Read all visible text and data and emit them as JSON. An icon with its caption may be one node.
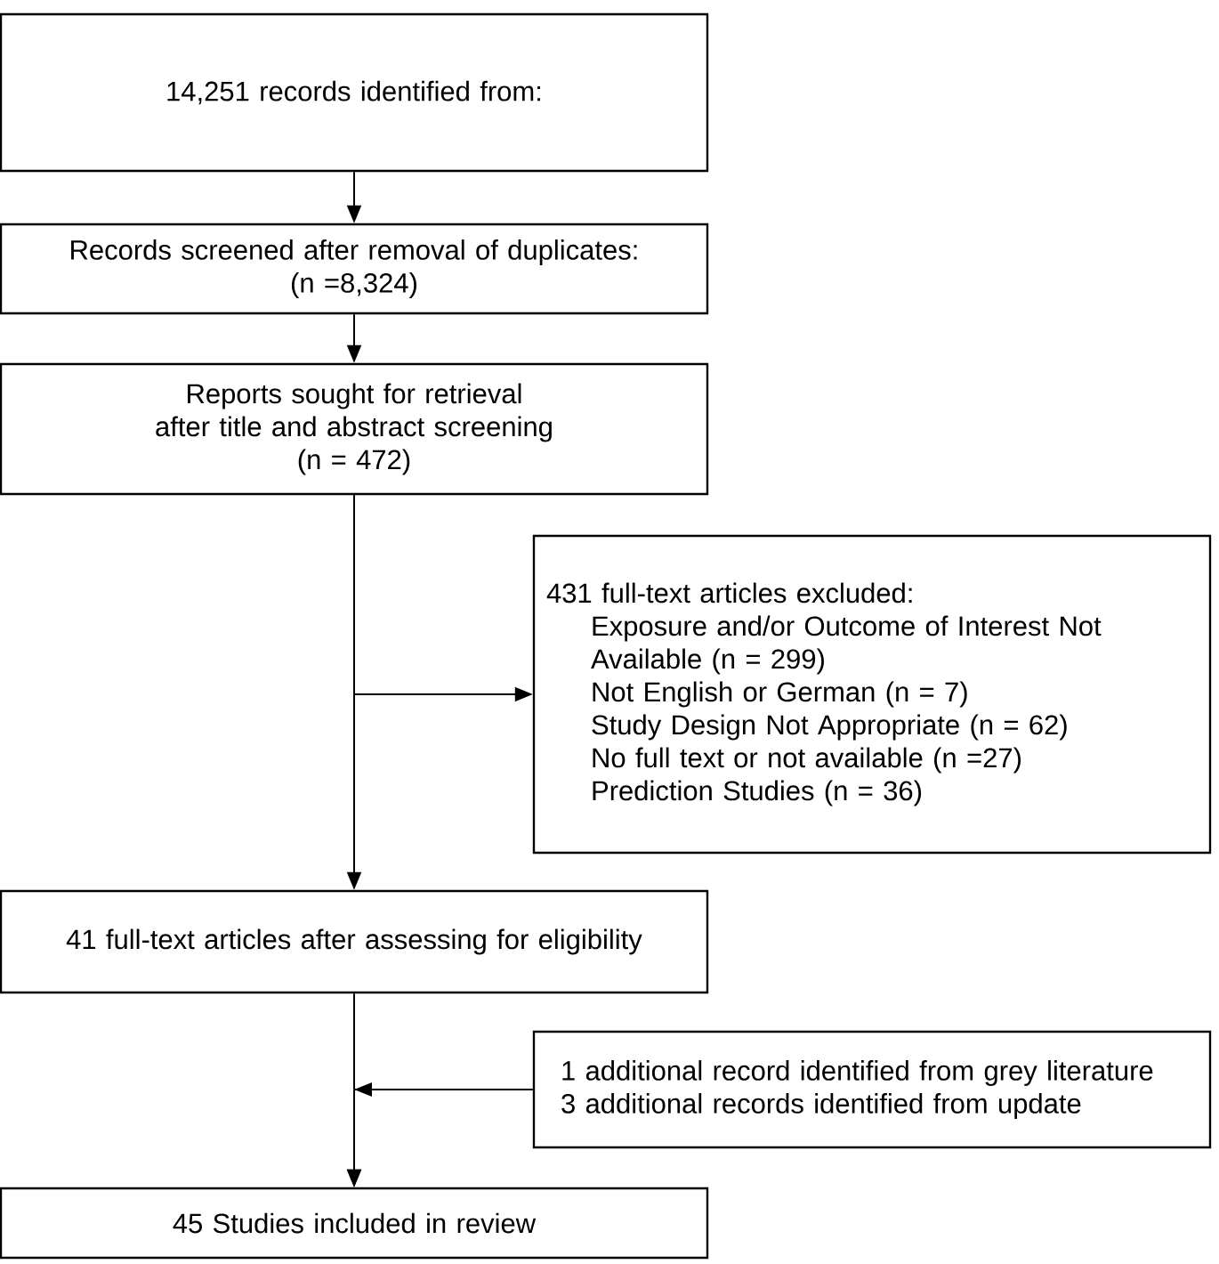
{
  "diagram": {
    "nodes": [
      {
        "text": [
          "14,251 records identified from:"
        ]
      },
      {
        "text": [
          "Records screened after removal of duplicates:",
          "(n =8,324)"
        ]
      },
      {
        "text": [
          "Reports sought for retrieval after title and abstract screening",
          "(n = 472)"
        ]
      },
      {
        "text": [
          "431 full-text articles excluded:",
          "Exposure and/or Outcome of Interest Not Available (n = 299)",
          "Not English or German (n = 7)",
          "Study Design Not Appropriate (n = 62)",
          "No full text or not available (n =27)",
          "Prediction Studies (n = 36)"
        ]
      },
      {
        "text": [
          "41 full-text articles after assessing for eligibility"
        ]
      },
      {
        "text": [
          "1 additional record identified from grey literature",
          "3 additional records identified from update"
        ]
      },
      {
        "text": [
          "45 Studies included in review"
        ]
      }
    ],
    "edges": [
      {
        "from": 0,
        "to": 1,
        "arrow": "to"
      },
      {
        "from": 1,
        "to": 2,
        "arrow": "to"
      },
      {
        "from": 2,
        "to": 3,
        "arrow": "to"
      },
      {
        "from": 2,
        "to": 4,
        "arrow": "to"
      },
      {
        "from": 4,
        "to": 6,
        "arrow": "to"
      },
      {
        "from": 5,
        "to": 6,
        "arrow": "to"
      }
    ]
  }
}
